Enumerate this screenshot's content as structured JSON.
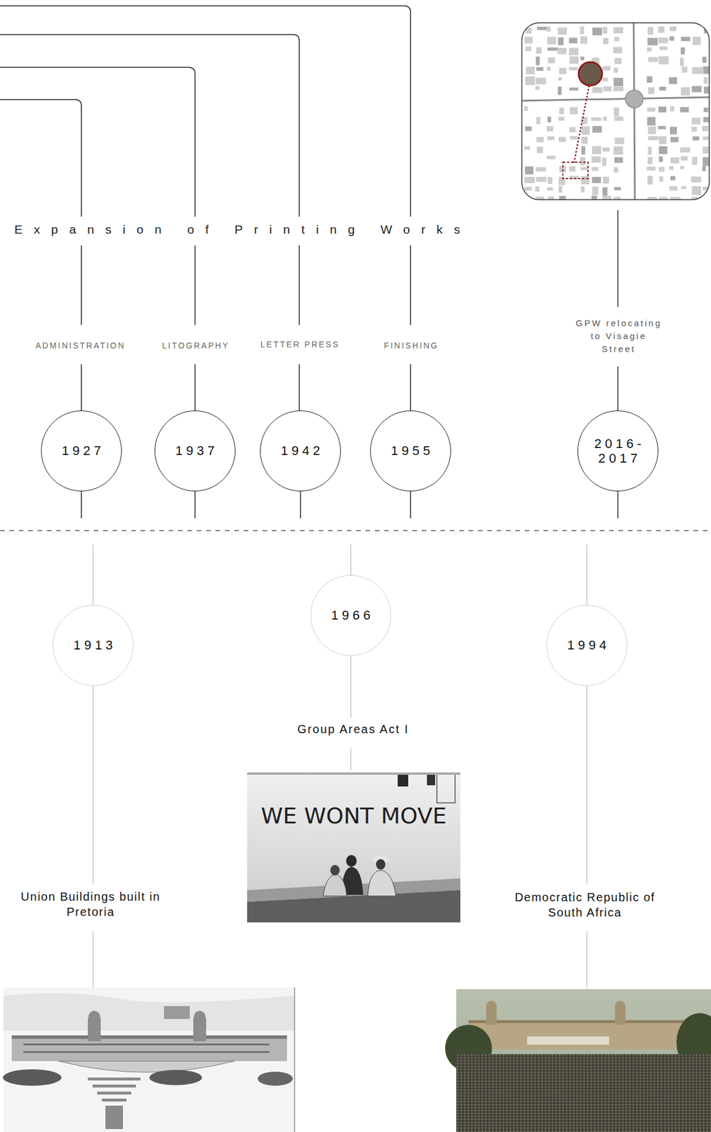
{
  "diagram": {
    "nodes": [
      {
        "text": [
          "1927"
        ]
      },
      {
        "text": [
          "1937"
        ]
      },
      {
        "text": [
          "1942"
        ]
      },
      {
        "text": [
          "1955"
        ]
      },
      {
        "text": [
          "2016- 2017"
        ]
      },
      {
        "text": [
          "1913"
        ]
      },
      {
        "text": [
          "1966"
        ]
      },
      {
        "text": [
          "1994"
        ]
      }
    ],
    "labels": [
      "Expansion of Printing Works",
      "ADMINISTRATION",
      "LITOGRAPHY",
      "LETTER PRESS",
      "FINISHING",
      "GPW relocating to Visagie Street",
      "Group Areas Act I",
      "WE WONT MOVE",
      "Union Buildings built in Pretoria",
      "Democratic Republic of South Africa"
    ]
  }
}
